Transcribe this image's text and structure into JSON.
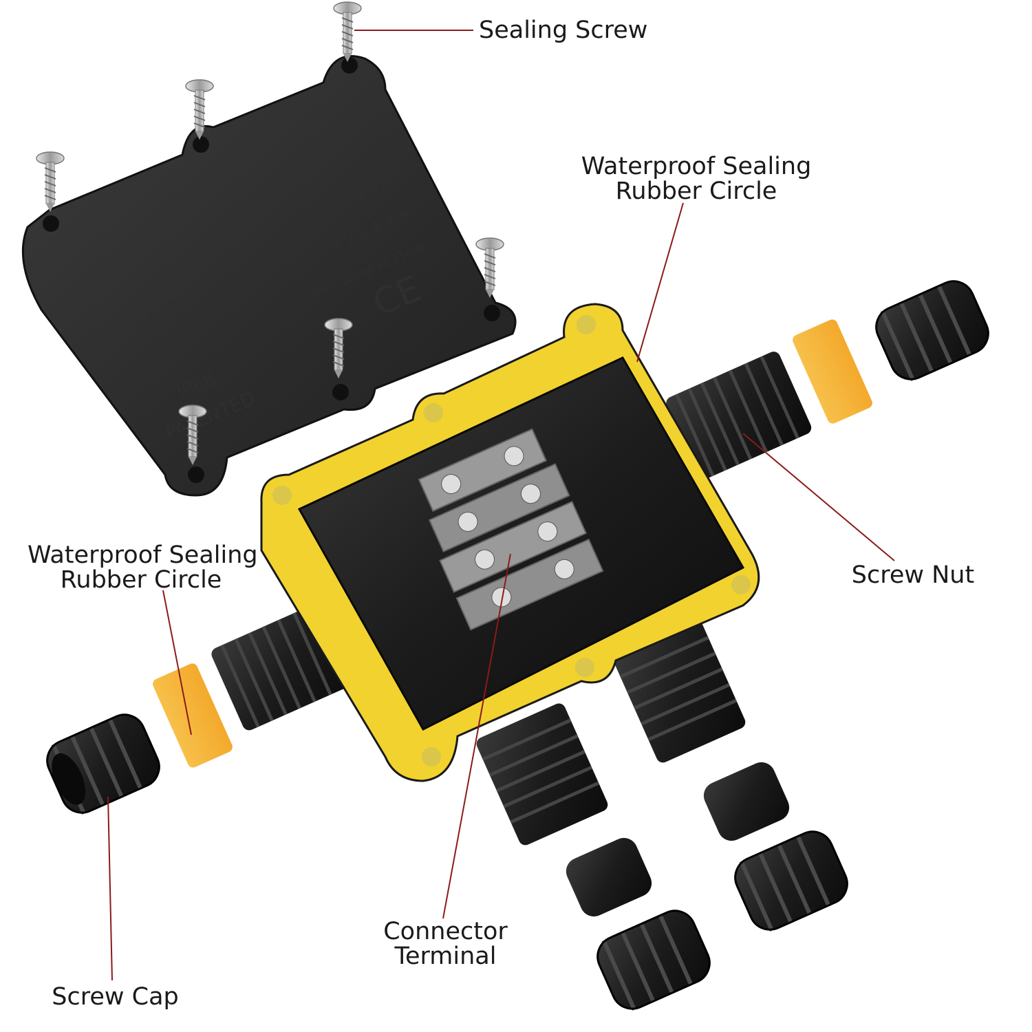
{
  "labels": {
    "sealing_screw": "Sealing Screw",
    "waterproof_top": [
      "Waterproof Sealing",
      "Rubber Circle"
    ],
    "waterproof_left": [
      "Waterproof Sealing",
      "Rubber Circle"
    ],
    "screw_nut": "Screw Nut",
    "connector_terminal": [
      "Connector",
      "Terminal"
    ],
    "screw_cap": "Screw Cap"
  },
  "lid_markings": {
    "model": "FSH713",
    "rating": "41A 450V/AV T85",
    "wire_sizes": "3*1.5 3*2.5 4*2.5",
    "cable_ranges": "5-9mm 9-12mm 12-15mm",
    "ip": "IP68",
    "patented": "PATENTED",
    "ce": "CE"
  },
  "colors": {
    "leader_line": "#8b1a1a",
    "gasket_yellow": "#f2d22e",
    "rubber_ring": "#f6b73c",
    "plastic_black": "#1b1b1b",
    "terminal_grey": "#8f8f8f"
  },
  "icons": [
    "screw-icon",
    "ce-mark-icon"
  ]
}
